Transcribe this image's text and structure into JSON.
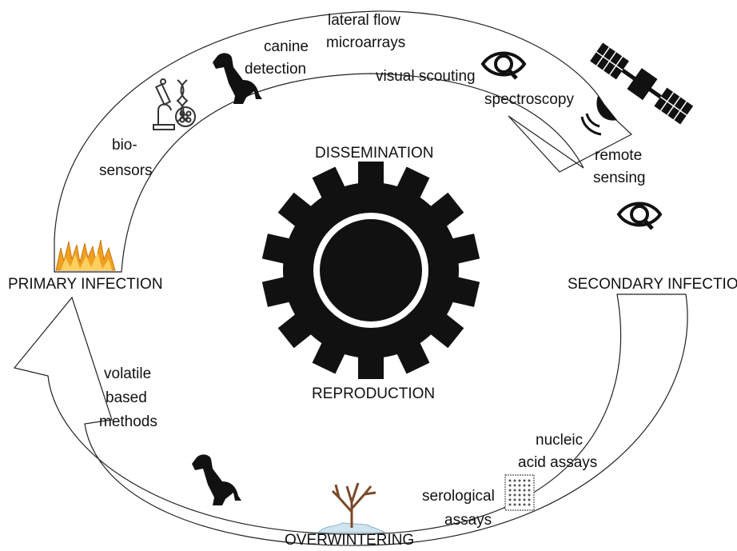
{
  "stages": {
    "primary": "PRIMARY INFECTION",
    "secondary": "SECONDARY INFECTION",
    "overwintering": "OVERWINTERING"
  },
  "processes": {
    "dissemination": "DISSEMINATION",
    "reproduction": "REPRODUCTION"
  },
  "methods": {
    "lateral_flow": "lateral flow",
    "microarrays": "microarrays",
    "canine_1": "canine",
    "canine_2": "detection",
    "visual_scouting": "visual scouting",
    "spectroscopy": "spectroscopy",
    "bio_1": "bio-",
    "bio_2": "sensors",
    "remote_1": "remote",
    "remote_2": "sensing",
    "volatile_1": "volatile",
    "volatile_2": "based",
    "volatile_3": "methods",
    "nucleic_1": "nucleic",
    "nucleic_2": "acid assays",
    "sero_1": "serological",
    "sero_2": "assays"
  },
  "icons": [
    "dog-icon",
    "eye-magnifier-icon",
    "satellite-icon",
    "microscope-dna-icon",
    "fire-icon",
    "tree-icon",
    "gear-icon",
    "microarray-chip-icon"
  ],
  "colors": {
    "stroke": "#222222",
    "fill": "#111111",
    "fire": "#f0a020",
    "ice": "#cfe4ef"
  }
}
